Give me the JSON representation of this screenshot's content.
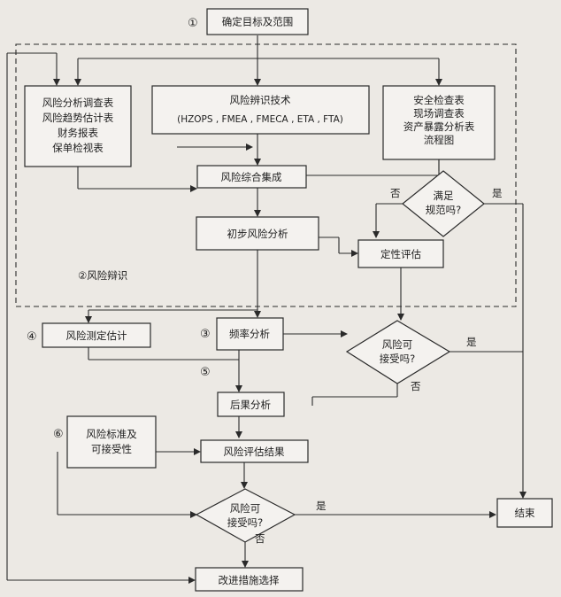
{
  "nodes": {
    "define_scope": "确定目标及范围",
    "analysis_tables": [
      "风险分析调查表",
      "风险趋势估计表",
      "财务报表",
      "保单检视表"
    ],
    "identification_tech": [
      "风险辨识技术",
      "(HZOPS , FMEA , FMECA , ETA , FTA)"
    ],
    "safety_tables": [
      "安全检查表",
      "现场调查表",
      "资产暴露分析表",
      "流程图"
    ],
    "meet_spec": [
      "满足",
      "规范吗?"
    ],
    "integration": "风险综合集成",
    "preliminary": "初步风险分析",
    "qualitative": "定性评估",
    "identification_label": "②风险辩识",
    "measure_estimate": "风险测定估计",
    "frequency": "频率分析",
    "accept1": [
      "风险可",
      "接受吗?"
    ],
    "consequence": "后果分析",
    "standards": [
      "风险标准及",
      "可接受性"
    ],
    "results": "风险评估结果",
    "accept2": [
      "风险可",
      "接受吗?"
    ],
    "improve": "改进措施选择",
    "end": "结束"
  },
  "step_numbers": {
    "n1": "①",
    "n3": "③",
    "n4": "④",
    "n5": "⑤",
    "n6": "⑥"
  },
  "branch_labels": {
    "yes": "是",
    "no": "否"
  }
}
